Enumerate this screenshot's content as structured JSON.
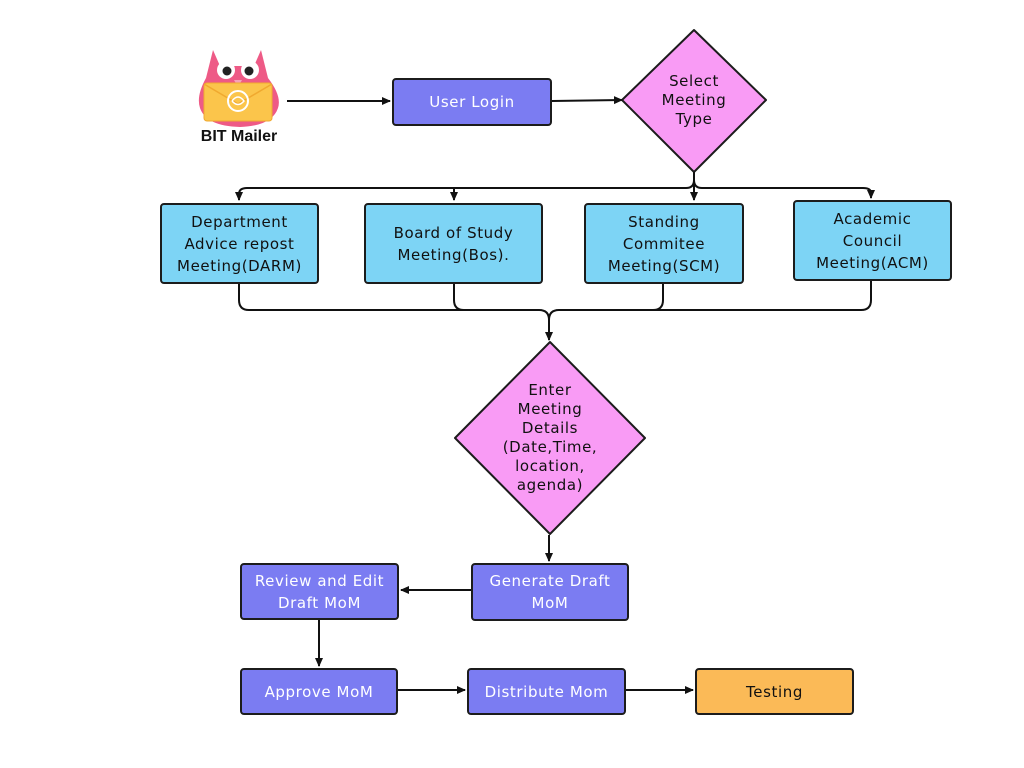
{
  "logo": {
    "name": "BIT Mailer"
  },
  "nodes": {
    "user_login": "User Login",
    "select_meeting_type": "Select\nMeeting\nType",
    "darm": "Department\nAdvice repost\nMeeting(DARM)",
    "bos": "Board of Study\nMeeting(Bos).",
    "scm": "Standing\nCommitee\nMeeting(SCM)",
    "acm": "Academic\nCouncil\nMeeting(ACM)",
    "enter_details": "Enter\nMeeting\nDetails\n(Date,Time,\nlocation,\nagenda)",
    "generate_draft": "Generate Draft\nMoM",
    "review_edit": "Review and Edit\nDraft MoM",
    "approve": "Approve MoM",
    "distribute": "Distribute Mom",
    "testing": "Testing"
  },
  "colors": {
    "process": "#7b7cf2",
    "meeting_type": "#7dd4f5",
    "decision": "#f99bf5",
    "end": "#fbba57",
    "owl": "#ee5a86",
    "envelope": "#fbc54b"
  }
}
